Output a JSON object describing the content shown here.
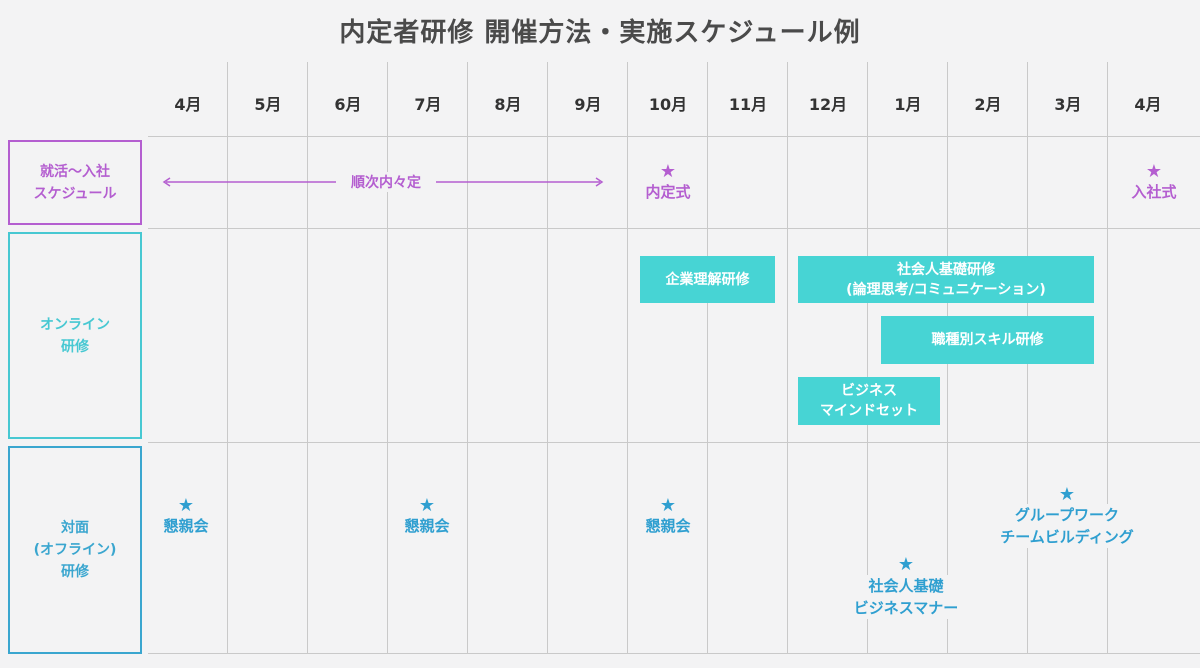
{
  "title": "内定者研修 開催方法・実施スケジュール例",
  "months": [
    "4月",
    "5月",
    "6月",
    "7月",
    "8月",
    "9月",
    "10月",
    "11月",
    "12月",
    "1月",
    "2月",
    "3月",
    "4月"
  ],
  "rows": {
    "shuukatsu": "就活〜入社\nスケジュール",
    "online": "オンライン\n研修",
    "taimen": "対面\n(オフライン)\n研修"
  },
  "shuukatsu": {
    "arrow_label": "順次内々定",
    "naiteishiki": "内定式",
    "nyuushashiki": "入社式"
  },
  "online": {
    "kigyou_rikai": "企業理解研修",
    "shakaijin_kiso": "社会人基礎研修\n(論理思考/コミュニケーション)",
    "shokushubetsu": "職種別スキル研修",
    "business_mindset": "ビジネス\nマインドセット"
  },
  "taimen": {
    "konshinkai_apr": "懇親会",
    "konshinkai_jul": "懇親会",
    "konshinkai_oct": "懇親会",
    "shakaijin_manner": "社会人基礎\nビジネスマナー",
    "groupwork": "グループワーク\nチームビルディング"
  },
  "star_glyph": "★",
  "colors": {
    "purple": "#b45ed0",
    "teal": "#47d4d4",
    "blue": "#2f9fd0",
    "grid": "#c9c9c9"
  }
}
